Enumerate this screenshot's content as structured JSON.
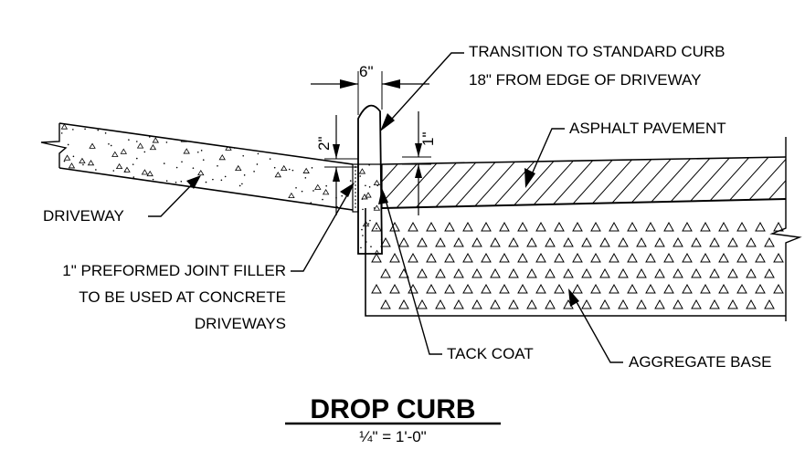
{
  "labels": {
    "transition_line1": "TRANSITION TO STANDARD CURB",
    "transition_line2": "18\" FROM EDGE OF DRIVEWAY",
    "asphalt": "ASPHALT PAVEMENT",
    "driveway": "DRIVEWAY",
    "joint_line1": "1\" PREFORMED JOINT FILLER",
    "joint_line2": "TO BE USED AT CONCRETE",
    "joint_line3": "DRIVEWAYS",
    "tack_coat": "TACK COAT",
    "aggregate": "AGGREGATE BASE"
  },
  "dimensions": {
    "curb_width": "6\"",
    "curb_reveal": "2\"",
    "asphalt_step": "1\""
  },
  "title": "DROP CURB",
  "scale": "¼\" = 1'-0\""
}
